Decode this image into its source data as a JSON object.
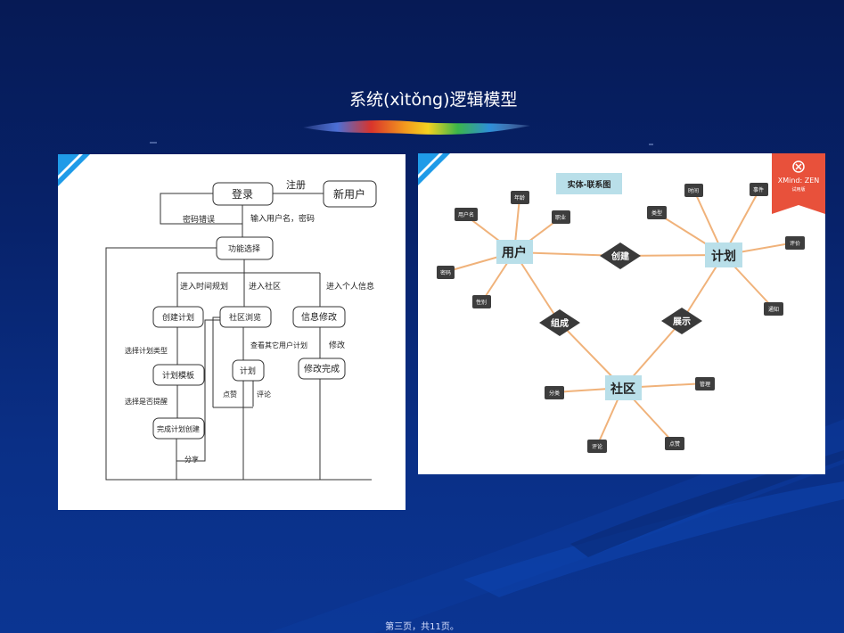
{
  "slide": {
    "title": "系统(xìtǒng)逻辑模型",
    "footer": "第三页，共11页。"
  },
  "flowchart": {
    "nodes": {
      "login": "登录",
      "new_user": "新用户",
      "function_select": "功能选择",
      "create_plan": "创建计划",
      "community": "社区浏览",
      "info_edit": "信息修改",
      "plan_template": "计划模板",
      "plan": "计划",
      "edit_done": "修改完成",
      "complete_create": "完成计划创建"
    },
    "labels": {
      "register": "注册",
      "wrong_password": "密码错误",
      "enter_credentials": "输入用户名，密码",
      "enter_time_plan": "进入时间规划",
      "enter_community": "进入社区",
      "enter_personal_info": "进入个人信息",
      "select_plan_type": "选择计划类型",
      "view_others": "查看其它用户计划",
      "modify": "修改",
      "select_reminder": "选择是否提醒",
      "like": "点赞",
      "comment": "评论",
      "share": "分享"
    }
  },
  "er_diagram": {
    "heading": "实体-联系图",
    "brand": "XMind: ZEN",
    "brand_sub": "试用版",
    "entities": {
      "user": "用户",
      "plan": "计划",
      "community": "社区"
    },
    "relations": {
      "create": "创建",
      "compose": "组成",
      "display": "展示"
    },
    "user_attrs": {
      "username": "用户名",
      "age": "年龄",
      "job": "职业",
      "password": "密码",
      "gender": "性别"
    },
    "plan_attrs": {
      "type": "类型",
      "time": "时间",
      "event": "事件",
      "evaluate": "评价",
      "notify": "通知"
    },
    "community_attrs": {
      "share": "分类",
      "manage": "管理",
      "comment": "评论",
      "like": "点赞"
    }
  },
  "colors": {
    "background": "#07226a",
    "edge": "#f0b27a",
    "entity_fill": "#b9dfe9",
    "relation_fill": "#3a3a3a",
    "attr_fill": "#3d3d3d",
    "corner_blue": "#1f9be8",
    "brand_red": "#e8513b"
  }
}
